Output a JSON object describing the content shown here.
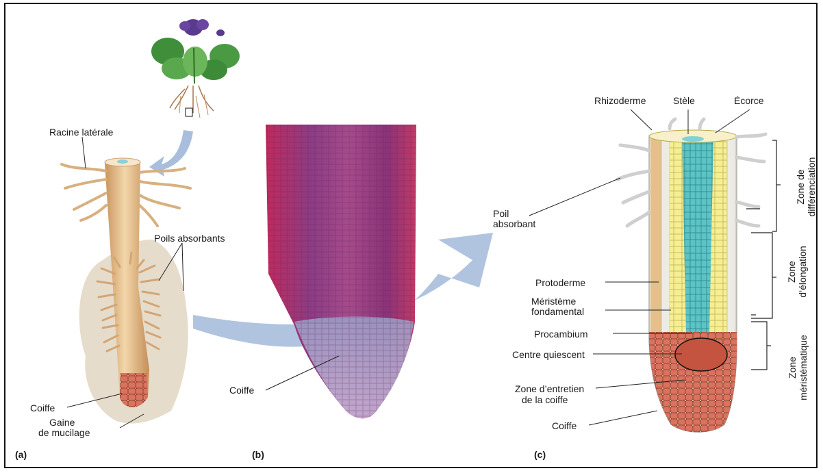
{
  "panels": {
    "a": "(a)",
    "b": "(b)",
    "c": "(c)"
  },
  "labels_a": {
    "racine_laterale": "Racine latérale",
    "poils_absorbants": "Poils absorbants",
    "coiffe": "Coiffe",
    "gaine_line1": "Gaine",
    "gaine_line2": "de mucilage"
  },
  "labels_b": {
    "coiffe": "Coiffe"
  },
  "labels_c": {
    "rhizoderme": "Rhizoderme",
    "stele": "Stèle",
    "ecorce": "Écorce",
    "poil_line1": "Poil",
    "poil_line2": "absorbant",
    "protoderme": "Protoderme",
    "meristeme_line1": "Méristème",
    "meristeme_line2": "fondamental",
    "procambium": "Procambium",
    "centre_quiescent": "Centre quiescent",
    "zone_entretien_line1": "Zone d’entretien",
    "zone_entretien_line2": "de la coiffe",
    "coiffe": "Coiffe"
  },
  "zones": {
    "differenciation_line1": "Zone de",
    "differenciation_line2": "différenciation",
    "elongation_line1": "Zone",
    "elongation_line2": "d’élongation",
    "meristematique_line1": "Zone",
    "meristematique_line2": "méristématique"
  },
  "colors": {
    "arrow": "#a9bedc",
    "root_tan": "#e8c79a",
    "mucilage": "#e6dccb",
    "cap_red": "#c9614f",
    "cortex_yellow": "#f5ec8a",
    "stele_teal": "#4fbcc0",
    "micrograph_magenta": "#9b3f85"
  }
}
